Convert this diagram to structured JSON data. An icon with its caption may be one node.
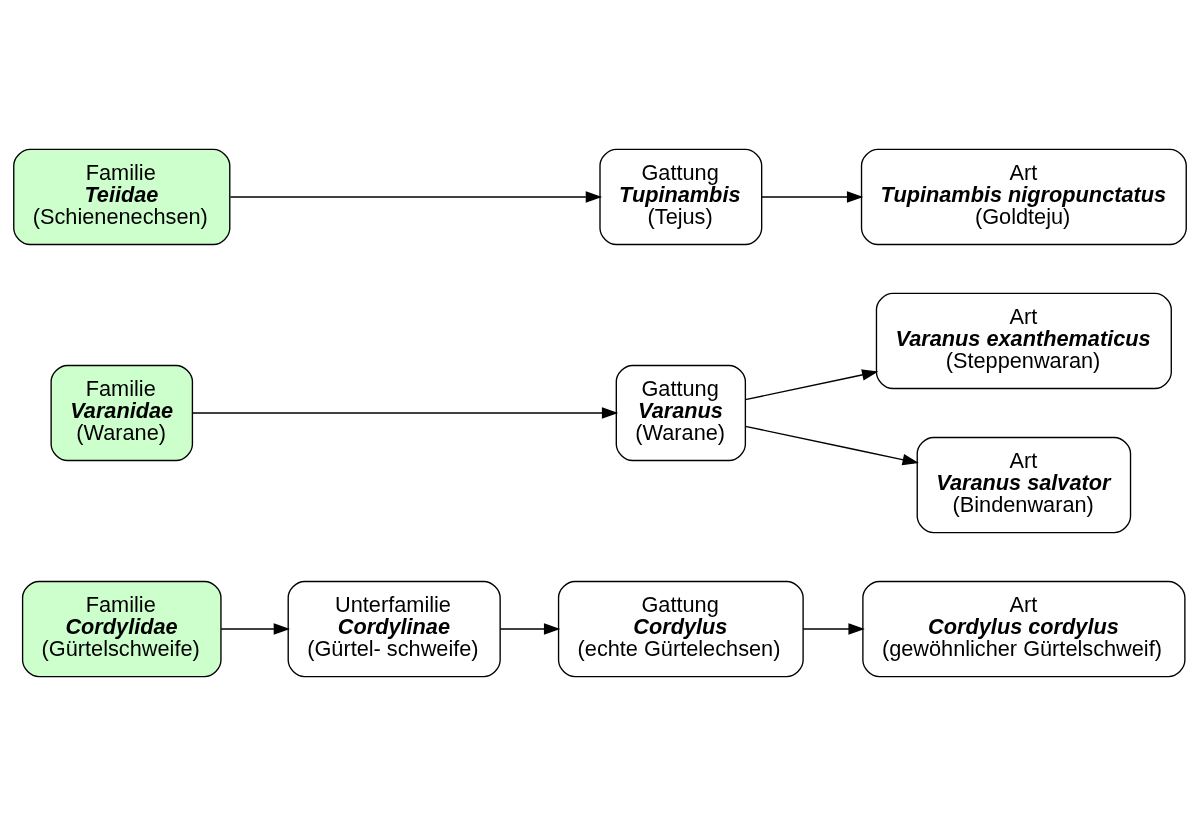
{
  "diagram": {
    "nodes": [
      {
        "text": [
          "Familie",
          "Cordylidae",
          "(Gürtelschweife)"
        ]
      },
      {
        "text": [
          "Unterfamilie",
          "Cordylinae",
          "(Gürtel- schweife)"
        ]
      },
      {
        "text": [
          "Gattung",
          "Cordylus",
          "(echte Gürtelechsen)"
        ]
      },
      {
        "text": [
          "Art",
          "Cordylus cordylus",
          "(gewöhnlicher Gürtelschweif)"
        ]
      },
      {
        "text": [
          "Familie",
          "Varanidae",
          "(Warane)"
        ]
      },
      {
        "text": [
          "Gattung",
          "Varanus",
          "(Warane)"
        ]
      },
      {
        "text": [
          "Art",
          "Varanus exanthematicus",
          "(Steppenwaran)"
        ]
      },
      {
        "text": [
          "Art",
          "Varanus salvator",
          "(Bindenwaran)"
        ]
      },
      {
        "text": [
          "Familie",
          "Teiidae",
          "(Schienenechsen)"
        ]
      },
      {
        "text": [
          "Gattung",
          "Tupinambis",
          "(Tejus)"
        ]
      },
      {
        "text": [
          "Art",
          "Tupinambis nigropunctatus",
          "(Goldteju)"
        ]
      }
    ],
    "edges": [
      {
        "from": 0,
        "to": 1,
        "arrow": "to"
      },
      {
        "from": 1,
        "to": 2,
        "arrow": "to"
      },
      {
        "from": 2,
        "to": 3,
        "arrow": "to"
      },
      {
        "from": 4,
        "to": 5,
        "arrow": "to"
      },
      {
        "from": 5,
        "to": 6,
        "arrow": "to"
      },
      {
        "from": 5,
        "to": 7,
        "arrow": "to"
      },
      {
        "from": 8,
        "to": 9,
        "arrow": "to"
      },
      {
        "from": 9,
        "to": 10,
        "arrow": "to"
      }
    ]
  }
}
